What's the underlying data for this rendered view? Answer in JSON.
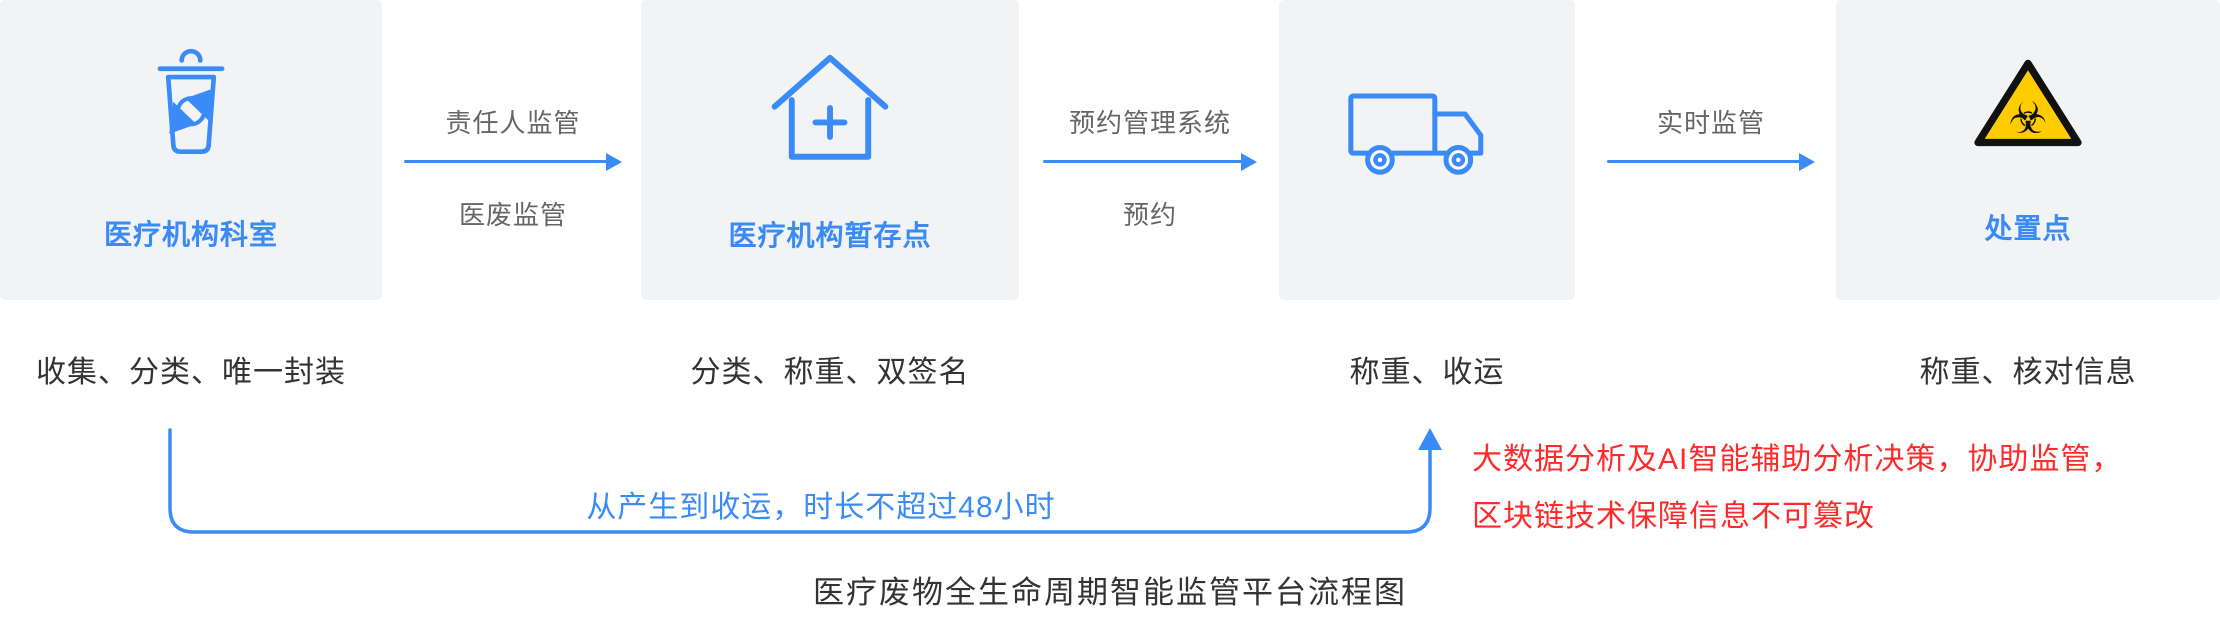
{
  "colors": {
    "accent": "#3a8bf8",
    "box_bg": "#f2f3f5",
    "text_dark": "#333333",
    "text_gray": "#666666",
    "red": "#fe2b2b",
    "bio_yellow": "#ffcc00",
    "bio_black": "#111111"
  },
  "glyphs": {
    "biohazard": "☣"
  },
  "nodes": [
    {
      "id": "department",
      "icon": "recycle-bin-icon",
      "label": "医疗机构科室",
      "caption": "收集、分类、唯一封装"
    },
    {
      "id": "storage",
      "icon": "storage-house-icon",
      "label": "医疗机构暂存点",
      "caption": "分类、称重、双签名"
    },
    {
      "id": "transport",
      "icon": "truck-icon",
      "label": "",
      "caption": "称重、收运"
    },
    {
      "id": "disposal",
      "icon": "biohazard-icon",
      "label": "处置点",
      "caption": "称重、核对信息"
    }
  ],
  "arrows": [
    {
      "label_top": "责任人监管",
      "label_bottom": "医废监管"
    },
    {
      "label_top": "预约管理系统",
      "label_bottom": "预约"
    },
    {
      "label_top": "实时监管",
      "label_bottom": ""
    }
  ],
  "timeline": {
    "note": "从产生到收运，时长不超过48小时"
  },
  "annotation": {
    "line1": "大数据分析及AI智能辅助分析决策，协助监管，",
    "line2": "区块链技术保障信息不可篡改"
  },
  "title": "医疗废物全生命周期智能监管平台流程图"
}
